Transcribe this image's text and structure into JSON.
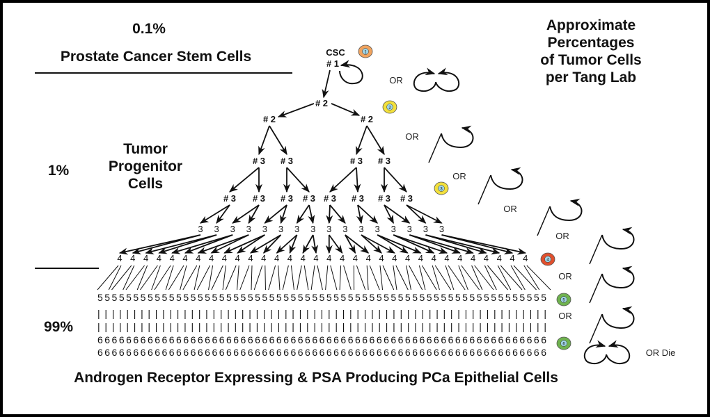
{
  "labels": {
    "csc_pct": "0.1%",
    "csc_title": "Prostate Cancer Stem Cells",
    "approx_title": [
      "Approximate",
      "Percentages",
      "of Tumor Cells",
      "per Tang Lab"
    ],
    "progenitor_pct": "1%",
    "progenitor_title": [
      "Tumor",
      "Progenitor",
      "Cells"
    ],
    "diff_pct": "99%",
    "bottom_title": "Androgen Receptor Expressing & PSA Producing PCa Epithelial Cells"
  },
  "tree": {
    "csc_label": "CSC",
    "gen1": "# 1",
    "gen2": "# 2",
    "gen3": "# 3",
    "gen3b": "3",
    "gen4": "4",
    "row5": "555555555555555555555555555555555555555555555555555555555555555",
    "row_bars": "|||||||||||||||||||||||||||||||||||||||||||||||||||||||||||||||",
    "row6": "666666666666666666666666666666666666666666666666666666666666666"
  },
  "divisions": [
    {
      "stage": "1",
      "color": "#f0a35e",
      "option": "OR",
      "mode": "double"
    },
    {
      "stage": "2",
      "color": "#f2e03c",
      "option": "OR",
      "mode": "single"
    },
    {
      "stage": "3",
      "color": "#f2e03c",
      "option": "OR",
      "mode": "single"
    },
    {
      "stage": "",
      "color": "",
      "option": "OR",
      "mode": "single"
    },
    {
      "stage": "",
      "color": "",
      "option": "OR",
      "mode": "single"
    },
    {
      "stage": "4",
      "color": "#e0502e",
      "option": "OR",
      "mode": "single"
    },
    {
      "stage": "5",
      "color": "#6fb24f",
      "option": "OR",
      "mode": "single"
    },
    {
      "stage": "6",
      "color": "#6fb24f",
      "option": "OR Die",
      "mode": "double"
    }
  ]
}
